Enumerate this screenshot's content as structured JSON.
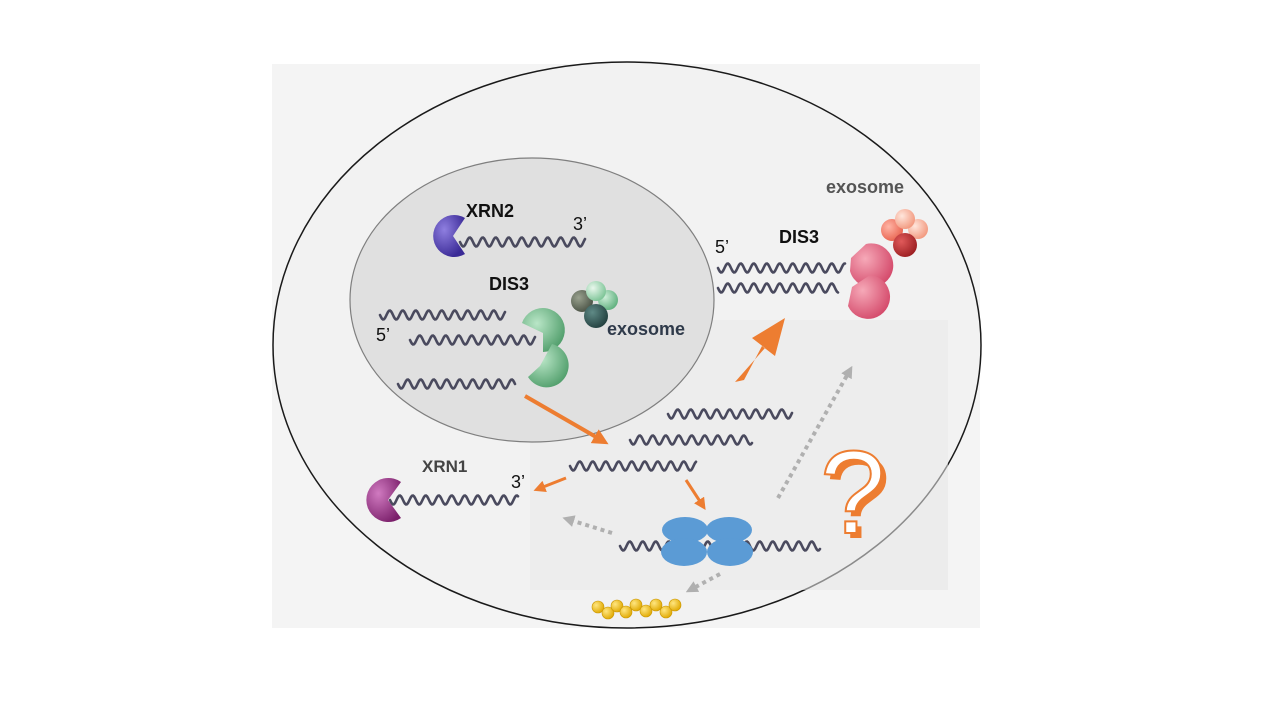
{
  "labels": {
    "xrn2": "XRN2",
    "dis3_nucleus": "DIS3",
    "exosome_nucleus": "exosome",
    "five_prime_nucleus": "5’",
    "three_prime_nucleus": "3’",
    "exosome_cytoplasm": "exosome",
    "dis3_cytoplasm": "DIS3",
    "five_prime_cytoplasm": "5’",
    "xrn1": "XRN1",
    "three_prime_cytoplasm": "3’",
    "question_mark": "?"
  },
  "colors": {
    "arrow_orange": "#ed7d31",
    "arrow_dotted_grey": "#b0b0b0",
    "rna_strand": "#4a4a5e",
    "xrn2_purple": "#4b3aa8",
    "dis3_green": "#5fae7a",
    "dis3_red": "#e0607a",
    "xrn1_magenta": "#8a2a7a",
    "ribosome_blue": "#5b9bd5",
    "peptide_yellow": "#f5c400"
  }
}
